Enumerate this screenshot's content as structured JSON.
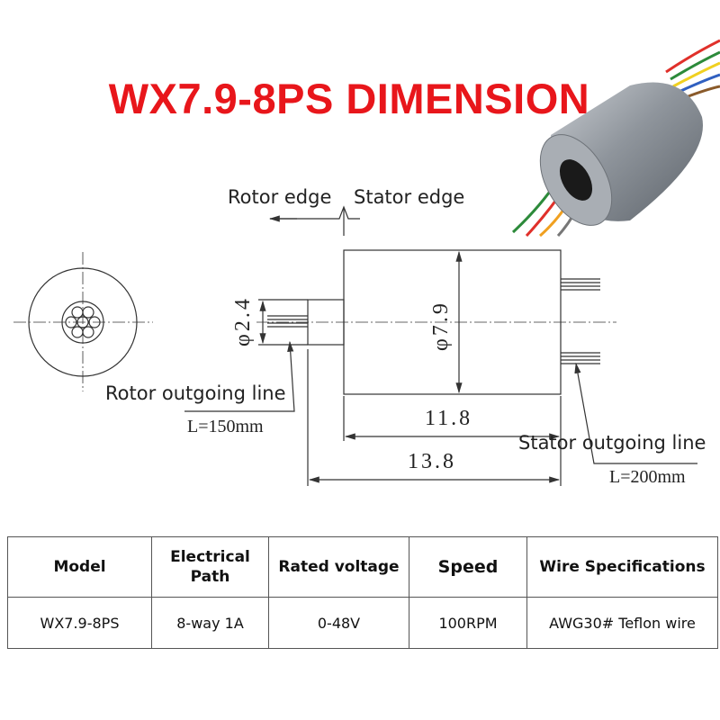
{
  "title": "WX7.9-8PS DIMENSION",
  "drawing": {
    "rotor_edge": "Rotor edge",
    "stator_edge": "Stator edge",
    "dia_shaft": "φ2.4",
    "dia_body": "φ7.9",
    "len_body": "11.8",
    "len_total": "13.8",
    "rotor_line": "Rotor outgoing line",
    "rotor_len": "L=150mm",
    "stator_line": "Stator outgoing line",
    "stator_len": "L=200mm"
  },
  "table": {
    "headers": [
      "Model",
      "Electrical Path",
      "Rated voltage",
      "Speed",
      "Wire Specifications"
    ],
    "header_lines": {
      "electrical_1": "Electrical",
      "electrical_2": "Path"
    },
    "row": [
      "WX7.9-8PS",
      "8-way 1A",
      "0-48V",
      "100RPM",
      "AWG30# Teflon wire"
    ]
  },
  "colors": {
    "title": "#e8161b"
  }
}
